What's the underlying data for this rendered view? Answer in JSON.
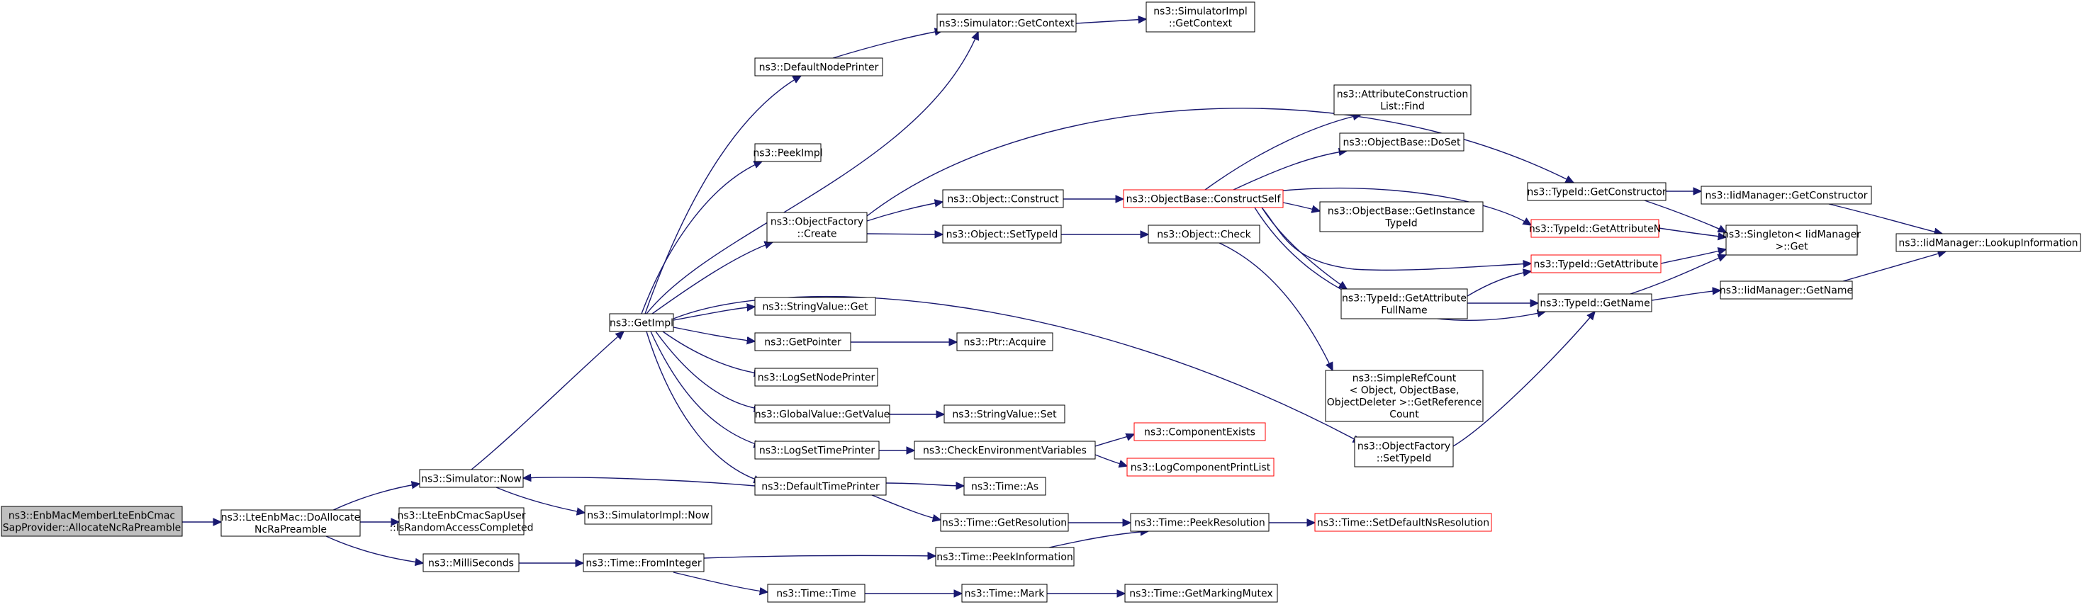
{
  "colors": {
    "edge": "#191970",
    "border": "#000000",
    "truncated_border": "#ff0000",
    "root_fill": "#bfbfbf"
  },
  "nodes": [
    {
      "id": "root",
      "lines": [
        "ns3::EnbMacMemberLteEnbCmac",
        "SapProvider::AllocateNcRaPreamble"
      ],
      "style": "root"
    },
    {
      "id": "doalloc",
      "lines": [
        "ns3::LteEnbMac::DoAllocate",
        "NcRaPreamble"
      ]
    },
    {
      "id": "simnow",
      "lines": [
        "ns3::Simulator::Now"
      ]
    },
    {
      "id": "israc",
      "lines": [
        "ns3::LteEnbCmacSapUser",
        "::IsRandomAccessCompleted"
      ]
    },
    {
      "id": "milli",
      "lines": [
        "ns3::MilliSeconds"
      ]
    },
    {
      "id": "getimpl",
      "lines": [
        "ns3::GetImpl"
      ]
    },
    {
      "id": "simimplnow",
      "lines": [
        "ns3::SimulatorImpl::Now"
      ]
    },
    {
      "id": "frominteger",
      "lines": [
        "ns3::Time::FromInteger"
      ]
    },
    {
      "id": "defnode",
      "lines": [
        "ns3::DefaultNodePrinter"
      ]
    },
    {
      "id": "peekimpl",
      "lines": [
        "ns3::PeekImpl"
      ]
    },
    {
      "id": "objfactcreate",
      "lines": [
        "ns3::ObjectFactory",
        "::Create"
      ]
    },
    {
      "id": "stringget",
      "lines": [
        "ns3::StringValue::Get"
      ]
    },
    {
      "id": "getpointer",
      "lines": [
        "ns3::GetPointer"
      ]
    },
    {
      "id": "logsetnode",
      "lines": [
        "ns3::LogSetNodePrinter"
      ]
    },
    {
      "id": "globalget",
      "lines": [
        "ns3::GlobalValue::GetValue"
      ]
    },
    {
      "id": "logsettime",
      "lines": [
        "ns3::LogSetTimePrinter"
      ]
    },
    {
      "id": "deftime",
      "lines": [
        "ns3::DefaultTimePrinter"
      ]
    },
    {
      "id": "timetime",
      "lines": [
        "ns3::Time::Time"
      ]
    },
    {
      "id": "simgetctx",
      "lines": [
        "ns3::Simulator::GetContext"
      ]
    },
    {
      "id": "objconstruct",
      "lines": [
        "ns3::Object::Construct"
      ]
    },
    {
      "id": "objsettypeid",
      "lines": [
        "ns3::Object::SetTypeId"
      ]
    },
    {
      "id": "ptracquire",
      "lines": [
        "ns3::Ptr::Acquire"
      ]
    },
    {
      "id": "stringset",
      "lines": [
        "ns3::StringValue::Set"
      ]
    },
    {
      "id": "checkenv",
      "lines": [
        "ns3::CheckEnvironmentVariables"
      ]
    },
    {
      "id": "timeas",
      "lines": [
        "ns3::Time::As"
      ]
    },
    {
      "id": "timegetres",
      "lines": [
        "ns3::Time::GetResolution"
      ]
    },
    {
      "id": "peekinfo",
      "lines": [
        "ns3::Time::PeekInformation"
      ]
    },
    {
      "id": "timemark",
      "lines": [
        "ns3::Time::Mark"
      ]
    },
    {
      "id": "simimplctx",
      "lines": [
        "ns3::SimulatorImpl",
        "::GetContext"
      ]
    },
    {
      "id": "constructself",
      "lines": [
        "ns3::ObjectBase::ConstructSelf"
      ],
      "style": "red"
    },
    {
      "id": "objcheck",
      "lines": [
        "ns3::Object::Check"
      ]
    },
    {
      "id": "compexists",
      "lines": [
        "ns3::ComponentExists"
      ],
      "style": "red"
    },
    {
      "id": "logcomplist",
      "lines": [
        "ns3::LogComponentPrintList"
      ],
      "style": "red"
    },
    {
      "id": "peekres",
      "lines": [
        "ns3::Time::PeekResolution"
      ]
    },
    {
      "id": "getmarkmutex",
      "lines": [
        "ns3::Time::GetMarkingMutex"
      ]
    },
    {
      "id": "attrfind",
      "lines": [
        "ns3::AttributeConstruction",
        "List::Find"
      ]
    },
    {
      "id": "doset",
      "lines": [
        "ns3::ObjectBase::DoSet"
      ]
    },
    {
      "id": "getinsttid",
      "lines": [
        "ns3::ObjectBase::GetInstance",
        "TypeId"
      ]
    },
    {
      "id": "getattrfull",
      "lines": [
        "ns3::TypeId::GetAttribute",
        "FullName"
      ]
    },
    {
      "id": "simpleref",
      "lines": [
        "ns3::SimpleRefCount",
        "< Object, ObjectBase,",
        "ObjectDeleter >::GetReference",
        "Count"
      ]
    },
    {
      "id": "objfactsettid",
      "lines": [
        "ns3::ObjectFactory",
        "::SetTypeId"
      ]
    },
    {
      "id": "setdefres",
      "lines": [
        "ns3::Time::SetDefaultNsResolution"
      ],
      "style": "red"
    },
    {
      "id": "tidgetctor",
      "lines": [
        "ns3::TypeId::GetConstructor"
      ]
    },
    {
      "id": "tidgetattrn",
      "lines": [
        "ns3::TypeId::GetAttributeN"
      ],
      "style": "red"
    },
    {
      "id": "tidgetattr",
      "lines": [
        "ns3::TypeId::GetAttribute"
      ],
      "style": "red"
    },
    {
      "id": "tidgetname",
      "lines": [
        "ns3::TypeId::GetName"
      ]
    },
    {
      "id": "iidgetctor",
      "lines": [
        "ns3::IidManager::GetConstructor"
      ]
    },
    {
      "id": "singleton",
      "lines": [
        "ns3::Singleton< IidManager",
        "&gt;::Get"
      ]
    },
    {
      "id": "iidgetname",
      "lines": [
        "ns3::IidManager::GetName"
      ]
    },
    {
      "id": "iidlookup",
      "lines": [
        "ns3::IidManager::LookupInformation"
      ]
    }
  ]
}
